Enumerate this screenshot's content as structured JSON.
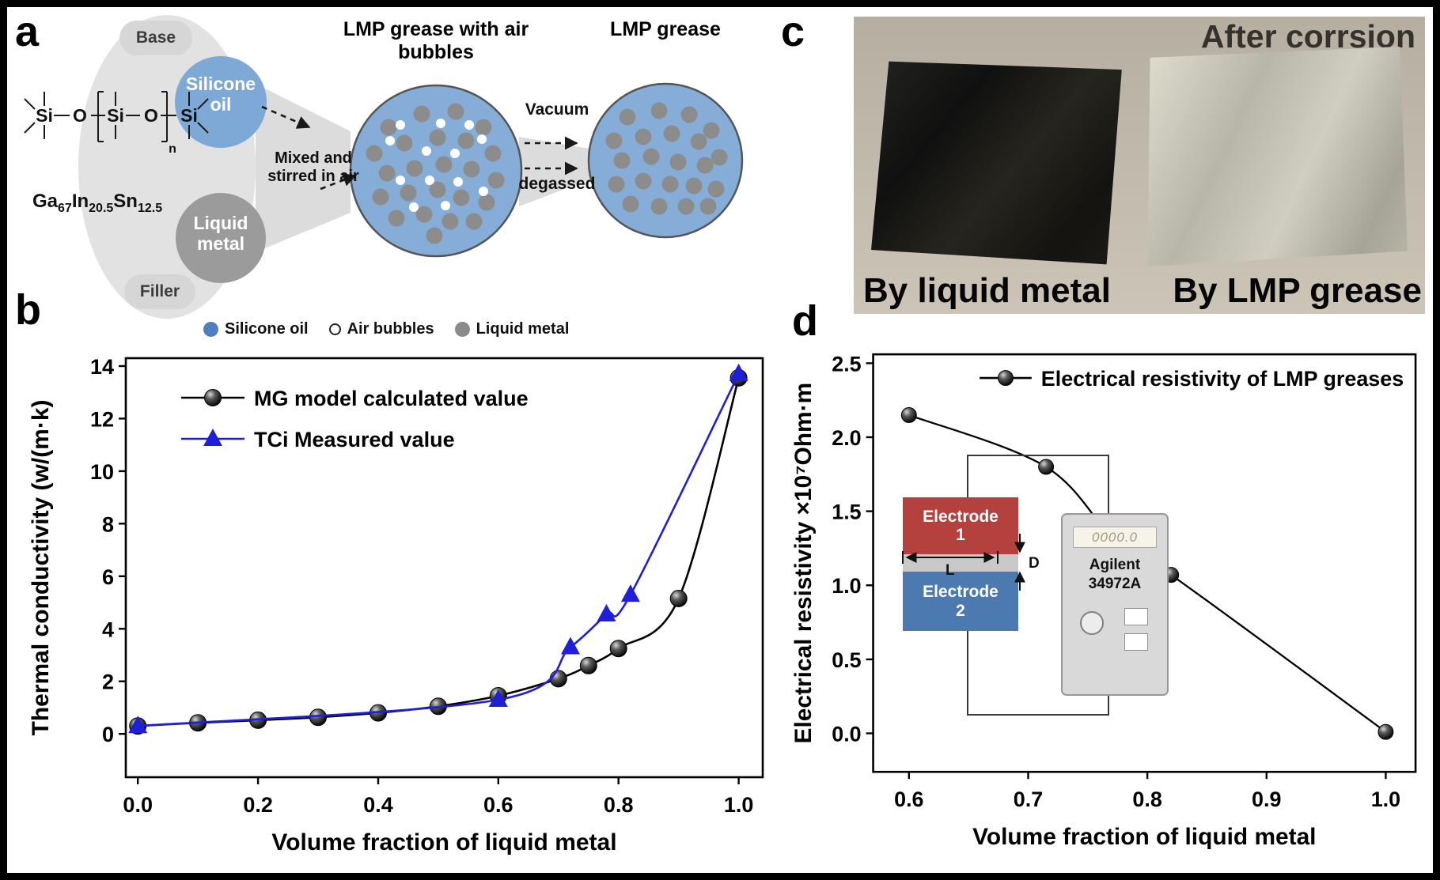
{
  "figure": {
    "panel_labels": {
      "a": "a",
      "b": "b",
      "c": "c",
      "d": "d"
    }
  },
  "panels": {
    "a": {
      "base": "Base",
      "silicone_oil": "Silicone oil",
      "chem_atoms": [
        "Si",
        "O",
        "Si",
        "O",
        "Si"
      ],
      "chem_subscript": "n",
      "alloy_formula": [
        [
          "Ga",
          "67"
        ],
        [
          "In",
          "20.5"
        ],
        [
          "Sn",
          "12.5"
        ]
      ],
      "liquid_metal": "Liquid metal",
      "filler": "Filler",
      "mixed_text": "Mixed and stirred in air",
      "circle1_title": "LMP grease with air bubbles",
      "vacuum": "Vacuum",
      "degassed": "degassed",
      "circle2_title": "LMP grease",
      "legend": [
        {
          "label": "Silicone oil",
          "color": "#4d7ec0"
        },
        {
          "label": "Air bubbles",
          "color": "#ffffff"
        },
        {
          "label": "Liquid metal",
          "color": "#8a8a8a"
        }
      ]
    },
    "c": {
      "title": "After corrsion",
      "left_caption": "By liquid metal",
      "right_caption": "By LMP grease"
    },
    "d_inset": {
      "electrode1": "Electrode 1",
      "electrode2": "Electrode 2",
      "dim_length": "L",
      "dim_thickness": "D",
      "display_value": "0000.0",
      "instrument": "Agilent 34972A"
    }
  },
  "chart_data": [
    {
      "panel": "b",
      "type": "line",
      "xlabel": "Volume fraction of liquid metal",
      "ylabel": "Thermal conductivity (w/(m·k)",
      "xlim": [
        -0.02,
        1.04
      ],
      "ylim": [
        -1.65,
        14.3
      ],
      "xticks": [
        0.0,
        0.2,
        0.4,
        0.6,
        0.8,
        1.0
      ],
      "yticks": [
        0,
        2,
        4,
        6,
        8,
        10,
        12,
        14
      ],
      "grid": false,
      "legend_position": "upper-left",
      "series": [
        {
          "name": "MG model calculated value",
          "marker": "circle",
          "color": "#000000",
          "x": [
            0.0,
            0.1,
            0.2,
            0.3,
            0.4,
            0.5,
            0.6,
            0.7,
            0.75,
            0.8,
            0.9,
            1.0
          ],
          "y": [
            0.3,
            0.42,
            0.52,
            0.63,
            0.8,
            1.05,
            1.45,
            2.1,
            2.6,
            3.25,
            5.15,
            13.55
          ]
        },
        {
          "name": "TCi Measured value",
          "marker": "triangle",
          "color": "#1f1fd9",
          "x": [
            0.0,
            0.6,
            0.72,
            0.78,
            0.82,
            1.0
          ],
          "y": [
            0.3,
            1.3,
            3.3,
            4.55,
            5.3,
            13.7
          ]
        }
      ]
    },
    {
      "panel": "d",
      "type": "line",
      "xlabel": "Volume fraction of liquid metal",
      "ylabel": "Electrical resistivity ×10⁷Ohm·m",
      "xlim": [
        0.57,
        1.025
      ],
      "ylim": [
        -0.26,
        2.56
      ],
      "xticks": [
        0.6,
        0.7,
        0.8,
        0.9,
        1.0
      ],
      "yticks": [
        0.0,
        0.5,
        1.0,
        1.5,
        2.0,
        2.5
      ],
      "grid": false,
      "legend_position": "upper-center",
      "series": [
        {
          "name": "Electrical resistivity of LMP greases",
          "marker": "circle",
          "color": "#000000",
          "x": [
            0.6,
            0.715,
            0.775,
            0.82,
            1.0
          ],
          "y": [
            2.15,
            1.8,
            1.28,
            1.07,
            0.01
          ]
        }
      ]
    }
  ],
  "colors": {
    "silicone_blue": "#7ea9d6",
    "grease_blue": "#85add8",
    "metal_gray": "#8c8c8c",
    "series_blue": "#1f1fd9",
    "electrode_red": "#b5413f",
    "electrode_blue": "#4c79b0"
  }
}
